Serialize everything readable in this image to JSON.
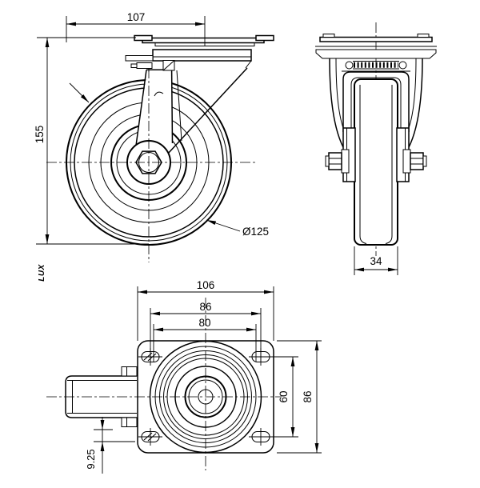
{
  "drawing": {
    "side_view": {
      "dim_swing_radius": "107",
      "dim_total_height": "155",
      "dim_wheel_diameter": "Ø125",
      "brand_logo": "LUX"
    },
    "front_view": {
      "dim_wheel_width": "34"
    },
    "plan_view": {
      "dim_plate_width": "106",
      "dim_bolt_spacing_max": "86",
      "dim_bolt_spacing_min": "80",
      "dim_bolt_spacing_vertical": "60",
      "dim_plate_depth": "86",
      "dim_slot_width": "9.25"
    },
    "colors": {
      "line": "#000000",
      "background": "#ffffff"
    }
  }
}
